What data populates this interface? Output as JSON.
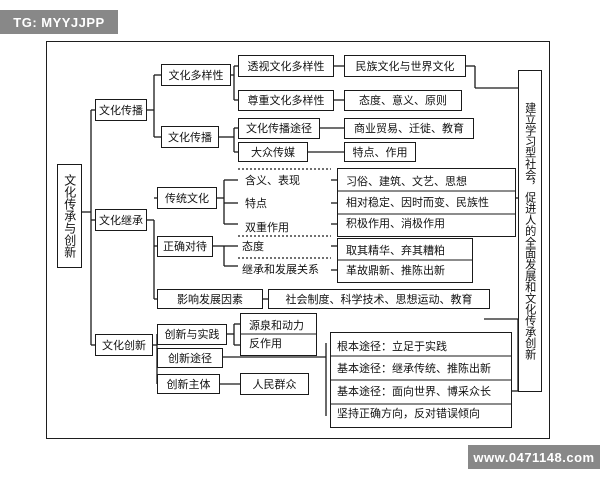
{
  "watermarks": {
    "top_left": "TG: MYYJJPP",
    "bottom_right": "www.0471148.com"
  },
  "root": "文化传承与创新",
  "right_summary": "建立学习型社会，促进人的全面发展和文化传承创新",
  "branches": {
    "spread": {
      "label": "文化传播",
      "diversity": {
        "label": "文化多样性",
        "insight": {
          "label": "透视文化多样性",
          "result": "民族文化与世界文化"
        },
        "respect": {
          "label": "尊重文化多样性",
          "result": "态度、意义、原则"
        }
      },
      "transmit": {
        "label": "文化传播",
        "path": {
          "label": "文化传播途径",
          "result": "商业贸易、迁徙、教育"
        },
        "media": {
          "label": "大众传媒",
          "result": "特点、作用"
        }
      }
    },
    "inherit": {
      "label": "文化继承",
      "traditional": {
        "label": "传统文化",
        "meaning": "含义、表现",
        "feature": "特点",
        "role": "双重作用",
        "meaning_result": "习俗、建筑、文艺、思想",
        "feature_result": "相对稳定、因时而变、民族性",
        "role_result": "积极作用、消极作用"
      },
      "correct": {
        "label": "正确对待",
        "attitude": "态度",
        "inherit_develop": "继承和发展关系",
        "attitude_result": "取其精华、弃其糟粕",
        "develop_result": "革故鼎新、推陈出新"
      },
      "influence": {
        "label": "影响发展因素",
        "result": "社会制度、科学技术、思想运动、教育"
      }
    },
    "innovate": {
      "label": "文化创新",
      "practice": {
        "label": "创新与实践",
        "source": "源泉和动力",
        "effect": "反作用"
      },
      "way": {
        "label": "创新途径"
      },
      "subject": {
        "label": "创新主体",
        "result": "人民群众"
      },
      "paths": [
        "根本途径：立足于实践",
        "基本途径：继承传统、推陈出新",
        "基本途径：面向世界、博采众长",
        "坚持正确方向，反对错误倾向"
      ]
    }
  }
}
